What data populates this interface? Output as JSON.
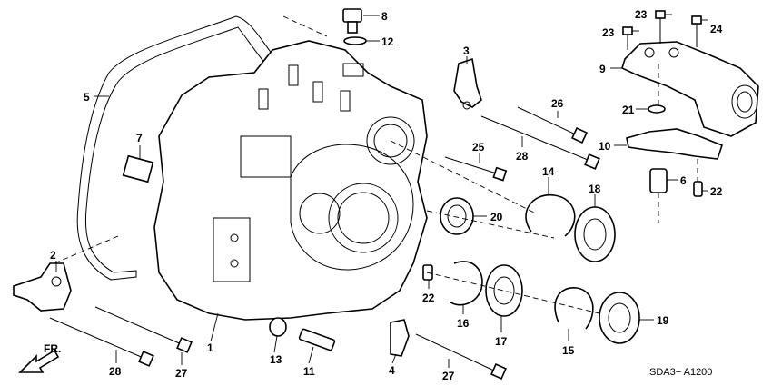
{
  "diagram_code": "SDA3− A1200",
  "direction_label": "FR.",
  "callouts": [
    "8",
    "12",
    "3",
    "23",
    "23",
    "24",
    "9",
    "5",
    "26",
    "21",
    "7",
    "10",
    "25",
    "28",
    "6",
    "22",
    "14",
    "18",
    "20",
    "2",
    "22",
    "16",
    "17",
    "15",
    "19",
    "1",
    "13",
    "11",
    "4",
    "28",
    "27",
    "27"
  ]
}
